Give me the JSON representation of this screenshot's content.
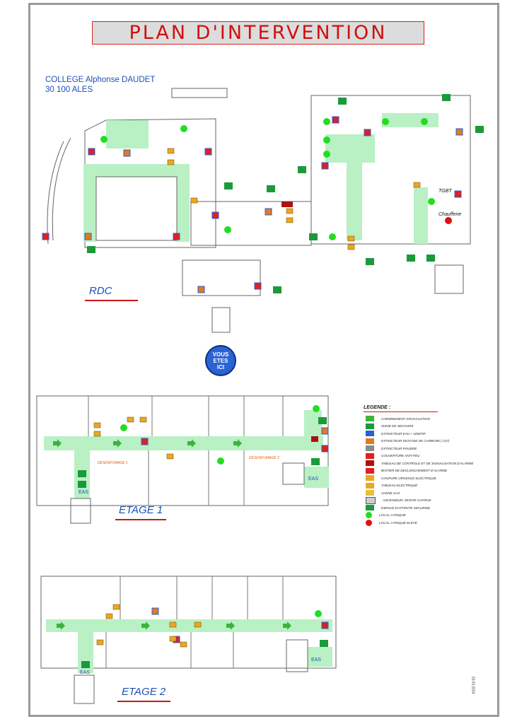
{
  "title": "PLAN D'INTERVENTION",
  "school": {
    "name": "COLLEGE Alphonse DAUDET",
    "city": "30 100 ALES"
  },
  "levels": {
    "rdc": "RDC",
    "etage1": "ETAGE 1",
    "etage2": "ETAGE 2"
  },
  "you_are_here": [
    "VOUS",
    "ETES",
    "ICI"
  ],
  "room_labels": {
    "tgbt": "TGBT",
    "chaufferie": "Chaufferie",
    "eas": "EAS",
    "desenfumage1": "DESENFUMAGE 1",
    "desenfumage2": "DESENFUMAGE 2"
  },
  "legend": {
    "title": "LEGENDE :",
    "items": [
      {
        "label": "CHEMINEMENT D'EVACUATION",
        "icon": "green-arrow-icon",
        "color": "#3cb43c"
      },
      {
        "label": "ISSUE DE SECOURS",
        "icon": "emergency-exit-icon",
        "color": "#1a9a3a"
      },
      {
        "label": "EXTINCTEUR EAU + ADDITIF",
        "icon": "water-extinguisher-icon",
        "color": "#2a5fd0"
      },
      {
        "label": "EXTINCTEUR DIOXYDE DE CARBONE ( Co²)",
        "icon": "co2-extinguisher-icon",
        "color": "#e07a20"
      },
      {
        "label": "EXTINCTEUR POUDRE",
        "icon": "powder-extinguisher-icon",
        "color": "#8a8a8a"
      },
      {
        "label": "COUVERTURE ANTI-FEU",
        "icon": "fire-blanket-icon",
        "color": "#e02020"
      },
      {
        "label": "TABLEAU DE CONTROLE ET DE SIGNALISATION D'ALARME",
        "icon": "alarm-panel-icon",
        "color": "#b01010"
      },
      {
        "label": "BOITIER DE DECLENCHEMENT D'ALARME",
        "icon": "alarm-trigger-icon",
        "color": "#e02020"
      },
      {
        "label": "COUPURE URGENCE ELECTRIQUE",
        "icon": "electric-cutoff-icon",
        "color": "#e8a820"
      },
      {
        "label": "TABLEAU ELECTRIQUE",
        "icon": "electric-panel-icon",
        "color": "#e8a820"
      },
      {
        "label": "VANNE GAZ",
        "icon": "gas-valve-icon",
        "color": "#e8c040"
      },
      {
        "label": "ASCENSEUR, MONTE CHARGE",
        "icon": "elevator-icon",
        "color": "#cccccc"
      },
      {
        "label": "ESPACE D'ATTENTE SECURISE",
        "icon": "safe-waiting-area-icon",
        "color": "#1a9a3a"
      },
      {
        "label": "LOCAL A RISQUE",
        "icon": "risk-room-icon",
        "color": "#22dd22"
      },
      {
        "label": "LOCAL A RISQUE ELEVE",
        "icon": "high-risk-room-icon",
        "color": "#e01010"
      }
    ]
  },
  "date": "19.03.2024"
}
